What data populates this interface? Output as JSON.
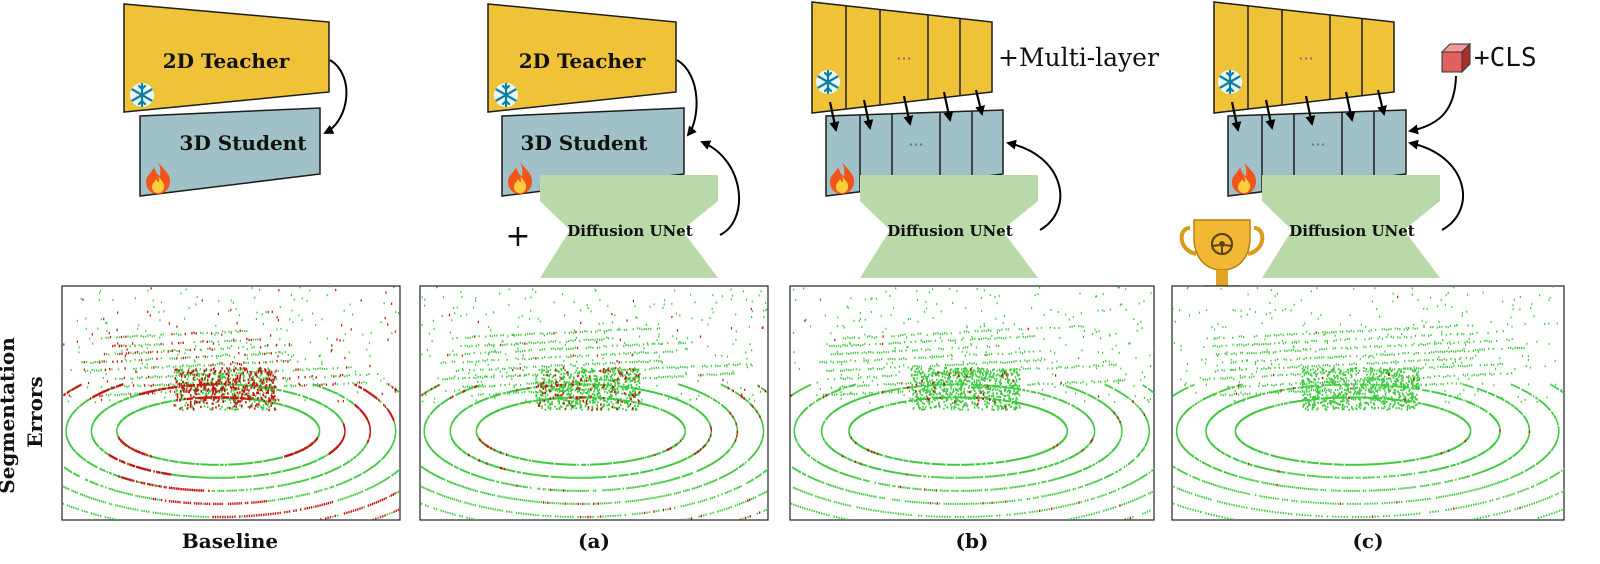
{
  "row_label": [
    "Segmentation",
    "Errors"
  ],
  "panels": [
    {
      "id": "baseline",
      "caption": "Baseline"
    },
    {
      "id": "a",
      "caption": "(a)"
    },
    {
      "id": "b",
      "caption": "(b)"
    },
    {
      "id": "c",
      "caption": "(c)"
    }
  ],
  "diagram": {
    "teacher_label": "2D Teacher",
    "student_label": "3D Student",
    "diffusion_label": "Diffusion UNet",
    "plus_sign": "+",
    "multilayer_label": "+Multi-layer",
    "cls_label": "+CLS",
    "ellipsis": "···"
  },
  "colors": {
    "teacher": "#f0c238",
    "student": "#9fc1c7",
    "diffusion": "#b9d9a9",
    "correct_points": "#3cc93c",
    "error_points": "#c4140f",
    "cls_token": "#e0615e",
    "trophy": "#f2b735"
  },
  "icons": [
    "snowflake-icon",
    "fire-icon",
    "trophy-icon",
    "cls-token-icon"
  ]
}
